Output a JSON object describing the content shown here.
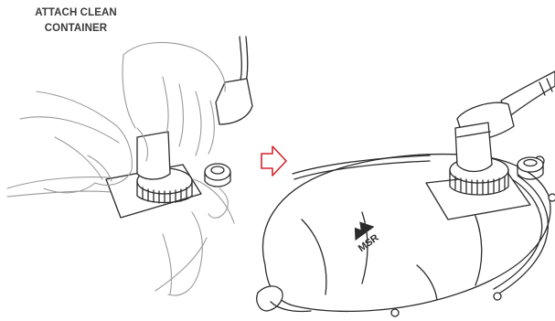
{
  "caption": {
    "line1": "ATTACH CLEAN",
    "line2": "CONTAINER"
  },
  "logo": {
    "text": "MSR"
  },
  "colors": {
    "line_art": "#2b2b2b",
    "hand_lines": "#9a9a9a",
    "arrow": "#d3232a",
    "background": "#ffffff"
  },
  "icons": {
    "step_arrow": "right-arrow-outline-icon"
  }
}
